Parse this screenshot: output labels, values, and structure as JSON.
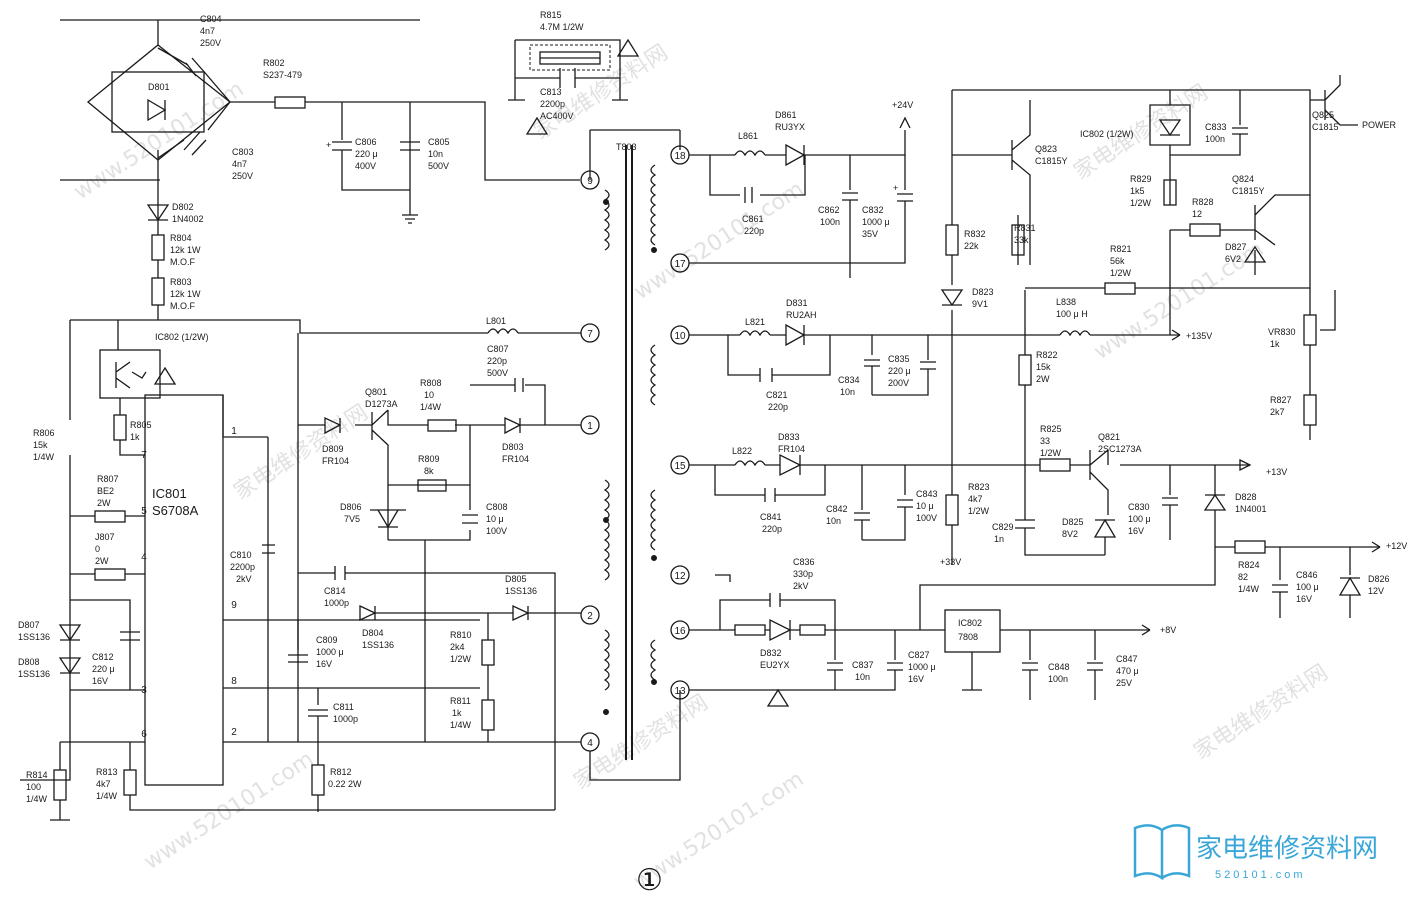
{
  "ic801": {
    "ref": "IC801",
    "part": "S6708A"
  },
  "ic802_opto": "IC802 (1/2W)",
  "ic802_reg": {
    "ref": "IC802",
    "part": "7808"
  },
  "ic802_opto_right": "IC802 (1/2W)",
  "t803": "T803",
  "power": "POWER",
  "figure_number": "①",
  "rails": {
    "v24": "+24V",
    "v135": "+135V",
    "v13": "+13V",
    "v12": "+12V",
    "v8": "+8V",
    "v33": "+33V"
  },
  "transformer_pins": [
    "9",
    "7",
    "1",
    "2",
    "4",
    "18",
    "17",
    "10",
    "15",
    "12",
    "16",
    "13"
  ],
  "ic_pins": [
    "7",
    "5",
    "4",
    "3",
    "6",
    "1",
    "9",
    "8",
    "2"
  ],
  "components": {
    "c804": [
      "C804",
      "4n7",
      "250V"
    ],
    "r802": [
      "R802",
      "S237-479"
    ],
    "d801": [
      "D801"
    ],
    "c803": [
      "C803",
      "4n7",
      "250V"
    ],
    "c806": [
      "C806",
      "220 μ",
      "400V"
    ],
    "c805": [
      "C805",
      "10n",
      "500V"
    ],
    "d802": [
      "D802",
      "1N4002"
    ],
    "r804": [
      "R804",
      "12k 1W",
      "M.O.F"
    ],
    "r803": [
      "R803",
      "12k 1W",
      "M.O.F"
    ],
    "r815": [
      "R815",
      "4.7M 1/2W"
    ],
    "c813": [
      "C813",
      "2200p",
      "AC400V"
    ],
    "l801": [
      "L801"
    ],
    "r806": [
      "R806",
      "15k",
      "1/4W"
    ],
    "r805": [
      "R805",
      "1k"
    ],
    "r807": [
      "R807",
      "BE2",
      "2W"
    ],
    "j807": [
      "J807",
      "0",
      "2W"
    ],
    "d807": [
      "D807",
      "1SS136"
    ],
    "d808": [
      "D808",
      "1SS136"
    ],
    "c812": [
      "C812",
      "220 μ",
      "16V"
    ],
    "r814": [
      "R814",
      "100",
      "1/4W"
    ],
    "r813": [
      "R813",
      "4k7",
      "1/4W"
    ],
    "c810": [
      "C810",
      "2200p",
      "2kV"
    ],
    "d809": [
      "D809",
      "FR104"
    ],
    "q801": [
      "Q801",
      "D1273A"
    ],
    "r808": [
      "R808",
      "10",
      "1/4W"
    ],
    "c807": [
      "C807",
      "220p",
      "500V"
    ],
    "d803": [
      "D803",
      "FR104"
    ],
    "r809": [
      "R809",
      "8k"
    ],
    "d806": [
      "D806",
      "7V5"
    ],
    "c808": [
      "C808",
      "10 μ",
      "100V"
    ],
    "c814": [
      "C814",
      "1000p"
    ],
    "d804": [
      "D804",
      "1SS136"
    ],
    "d805": [
      "D805",
      "1SS136"
    ],
    "c809": [
      "C809",
      "1000 μ",
      "16V"
    ],
    "r810": [
      "R810",
      "2k4",
      "1/2W"
    ],
    "r811": [
      "R811",
      "1k",
      "1/4W"
    ],
    "c811": [
      "C811",
      "1000p"
    ],
    "r812": [
      "R812",
      "0.22 2W"
    ],
    "l861": [
      "L861"
    ],
    "d861": [
      "D861",
      "RU3YX"
    ],
    "c861": [
      "C861",
      "220p"
    ],
    "c862": [
      "C862",
      "100n"
    ],
    "c832": [
      "C832",
      "1000 μ",
      "35V"
    ],
    "l821": [
      "L821"
    ],
    "d831": [
      "D831",
      "RU2AH"
    ],
    "c821": [
      "C821",
      "220p"
    ],
    "c834": [
      "C834",
      "10n"
    ],
    "c835": [
      "C835",
      "220 μ",
      "200V"
    ],
    "l822": [
      "L822"
    ],
    "d833": [
      "D833",
      "FR104"
    ],
    "c841": [
      "C841",
      "220p"
    ],
    "c842": [
      "C842",
      "10n"
    ],
    "c843": [
      "C843",
      "10 μ",
      "100V"
    ],
    "c836": [
      "C836",
      "330p",
      "2kV"
    ],
    "d832": [
      "D832",
      "EU2YX"
    ],
    "c837": [
      "C837",
      "10n"
    ],
    "c827": [
      "C827",
      "1000 μ",
      "16V"
    ],
    "c848": [
      "C848",
      "100n"
    ],
    "c847": [
      "C847",
      "470 μ",
      "25V"
    ],
    "q823": [
      "Q823",
      "C1815Y"
    ],
    "c833": [
      "C833",
      "100n"
    ],
    "q825": [
      "Q825",
      "C1815"
    ],
    "r829": [
      "R829",
      "1k5",
      "1/2W"
    ],
    "q824": [
      "Q824",
      "C1815Y"
    ],
    "r828": [
      "R828",
      "12"
    ],
    "d827": [
      "D827",
      "6V2"
    ],
    "r832": [
      "R832",
      "22k"
    ],
    "r831": [
      "R831",
      "33k"
    ],
    "r821": [
      "R821",
      "56k",
      "1/2W"
    ],
    "d823": [
      "D823",
      "9V1"
    ],
    "l838": [
      "L838",
      "100 μ H"
    ],
    "vr830": [
      "VR830",
      "1k"
    ],
    "r822": [
      "R822",
      "15k",
      "2W"
    ],
    "r827": [
      "R827",
      "2k7"
    ],
    "r825": [
      "R825",
      "33",
      "1/2W"
    ],
    "q821": [
      "Q821",
      "2SC1273A"
    ],
    "r823": [
      "R823",
      "4k7",
      "1/2W"
    ],
    "c829": [
      "C829",
      "1n"
    ],
    "d825": [
      "D825",
      "8V2"
    ],
    "c830": [
      "C830",
      "100 μ",
      "16V"
    ],
    "d828": [
      "D828",
      "1N4001"
    ],
    "r824": [
      "R824",
      "82",
      "1/4W"
    ],
    "c846": [
      "C846",
      "100 μ",
      "16V"
    ],
    "d826": [
      "D826",
      "12V"
    ]
  },
  "watermark": {
    "cn": "家电维修资料网",
    "url": "www.520101.com"
  },
  "logo": {
    "cn": "家电维修资料网",
    "url": "520101.com"
  }
}
